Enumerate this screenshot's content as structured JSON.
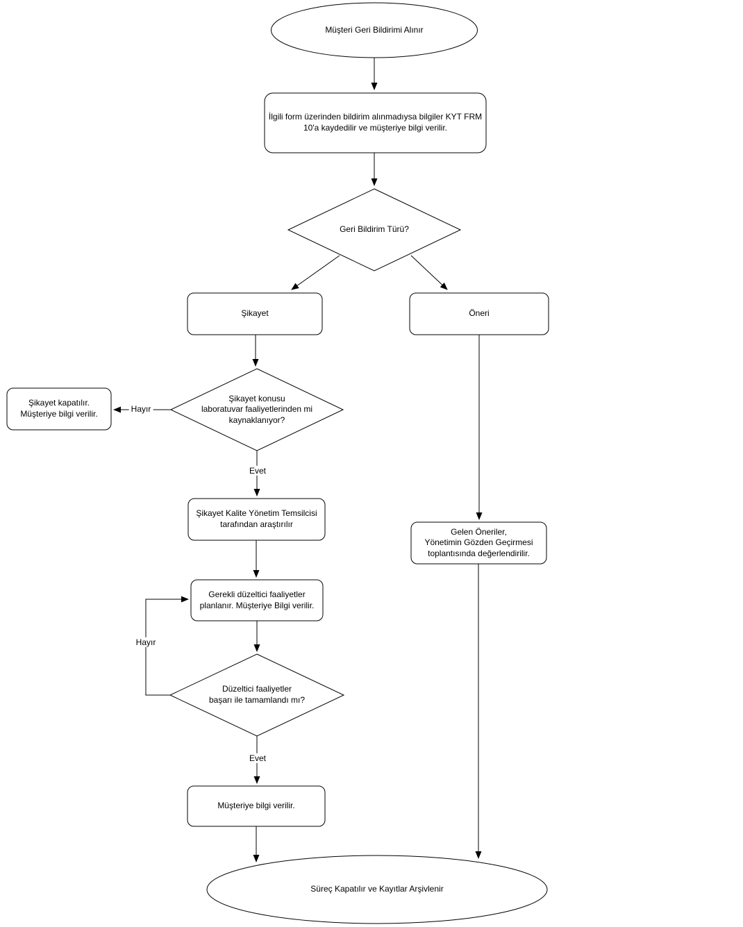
{
  "nodes": {
    "start": "Müşteri Geri Bildirimi Alınır",
    "record_form": "İlgili form üzerinden bildirim alınmadıysa bilgiler KYT FRM\n10'a kaydedilir ve müşteriye bilgi verilir.",
    "decision_feedback_type": "Geri Bildirim Türü?",
    "complaint": "Şikayet",
    "suggestion": "Öneri",
    "decision_lab_related": "Şikayet konusu\nlaboratuvar faaliyetlerinden mi\nkaynaklanıyor?",
    "complaint_closed": "Şikayet kapatılır.\nMüşteriye bilgi verilir.",
    "investigation": "Şikayet Kalite Yönetim Temsilcisi\ntarafından araştırılır",
    "corrective_actions": "Gerekli düzeltici faaliyetler\nplanlanır. Müşteriye Bilgi verilir.",
    "decision_actions_completed": "Düzeltici faaliyetler\nbaşarı ile tamamlandı mı?",
    "inform_customer": "Müşteriye bilgi verilir.",
    "suggestions_review": "Gelen Öneriler,\nYönetimin Gözden Geçirmesi\ntoplantısında değerlendirilir.",
    "end": "Süreç Kapatılır ve Kayıtlar Arşivlenir"
  },
  "edge_labels": {
    "lab_no": "Hayır",
    "lab_yes": "Evet",
    "completed_no": "Hayır",
    "completed_yes": "Evet"
  },
  "colors": {
    "stroke": "#000000",
    "fill": "#ffffff",
    "text": "#000000"
  }
}
